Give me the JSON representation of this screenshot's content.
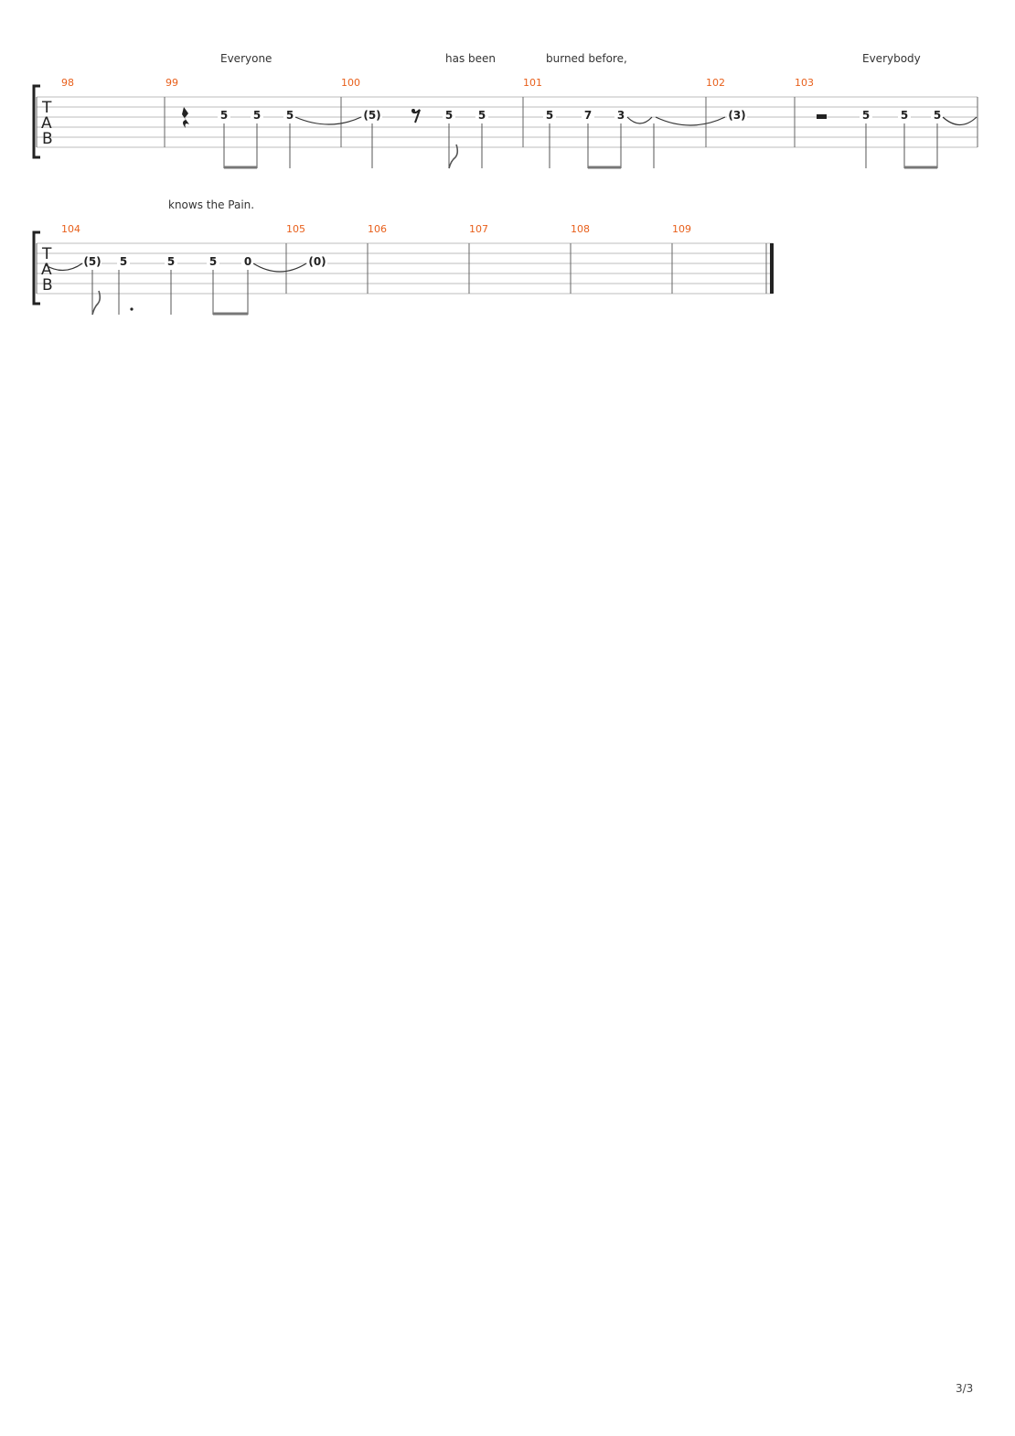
{
  "score": {
    "clef_letters": [
      "T",
      "A",
      "B"
    ],
    "page_number": "3/3",
    "systems": [
      {
        "lyrics": [
          "Everyone",
          "has been",
          "burned before,",
          "Everybody"
        ],
        "measures": [
          {
            "number": "98",
            "frets": []
          },
          {
            "number": "99",
            "rest": "quarter",
            "frets": [
              "5",
              "5",
              "5"
            ]
          },
          {
            "number": "100",
            "rest": "eighth",
            "frets": [
              "(5)",
              "5",
              "5"
            ]
          },
          {
            "number": "101",
            "frets": [
              "5",
              "7",
              "3"
            ]
          },
          {
            "number": "102",
            "frets": [
              "(3)"
            ]
          },
          {
            "number": "103",
            "rest": "half",
            "frets": [
              "5",
              "5",
              "5"
            ]
          }
        ]
      },
      {
        "lyrics": [
          "knows the Pain."
        ],
        "measures": [
          {
            "number": "104",
            "frets": [
              "(5)",
              "5",
              "5",
              "5",
              "0"
            ]
          },
          {
            "number": "105",
            "frets": [
              "(0)"
            ]
          },
          {
            "number": "106",
            "frets": []
          },
          {
            "number": "107",
            "frets": []
          },
          {
            "number": "108",
            "frets": []
          },
          {
            "number": "109",
            "frets": []
          }
        ]
      }
    ]
  }
}
